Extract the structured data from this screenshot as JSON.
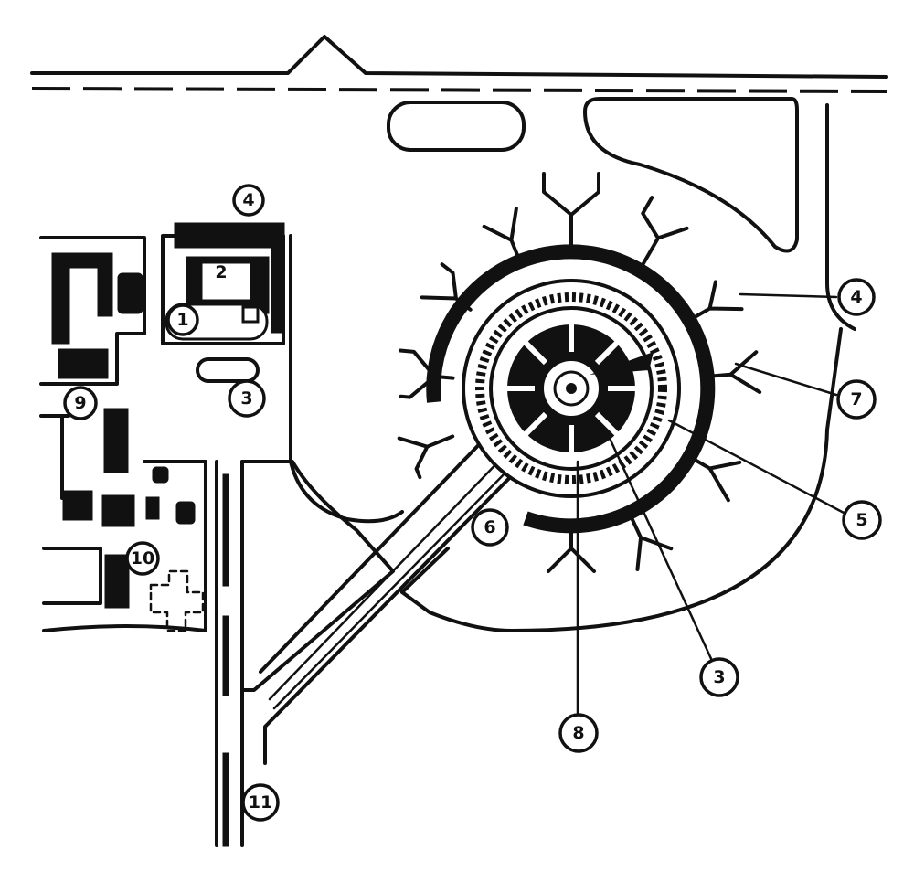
{
  "labels": {
    "m4_top": "4",
    "m2": "2",
    "m1": "1",
    "m3_left": "3",
    "m9": "9",
    "m10": "10",
    "m4_right": "4",
    "m7": "7",
    "m5": "5",
    "m6": "6",
    "m3_bottom": "3",
    "m8": "8",
    "m11": "11"
  },
  "colors": {
    "ink": "#111111",
    "paper": "#ffffff"
  }
}
